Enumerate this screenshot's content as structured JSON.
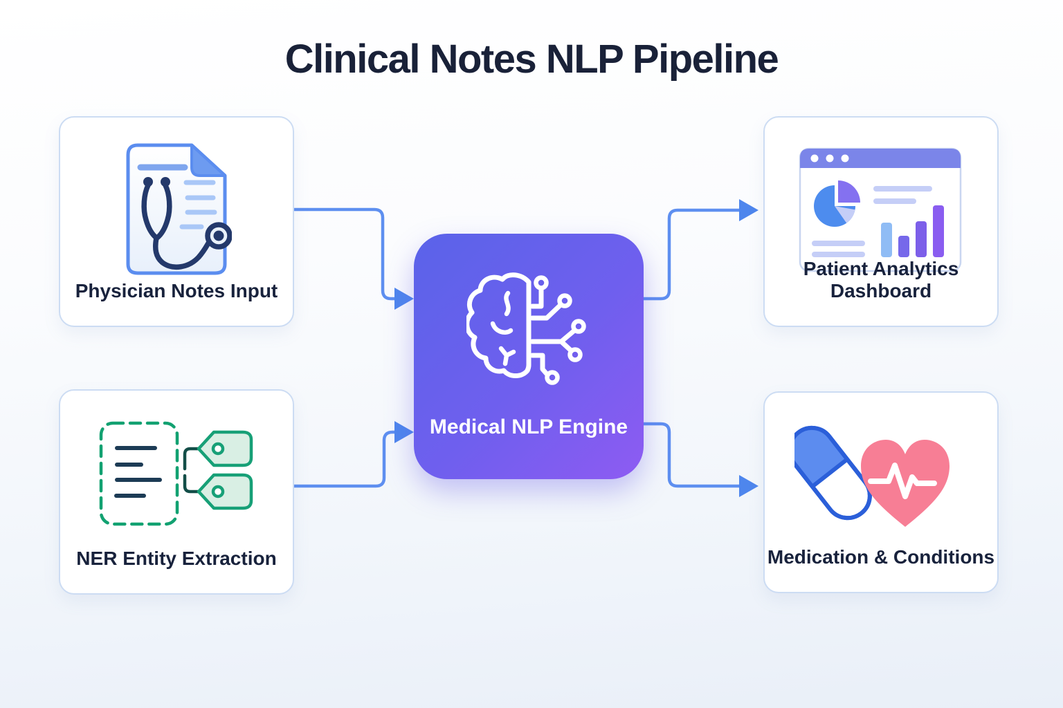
{
  "title": "Clinical Notes NLP Pipeline",
  "nodes": {
    "physician_notes": {
      "label": "Physician Notes Input",
      "icon": "document-stethoscope-icon"
    },
    "ner_extraction": {
      "label": "NER Entity Extraction",
      "icon": "document-tags-icon"
    },
    "nlp_engine": {
      "label": "Medical NLP Engine",
      "icon": "brain-circuit-icon"
    },
    "analytics": {
      "label": "Patient Analytics Dashboard",
      "icon": "dashboard-charts-icon"
    },
    "medication": {
      "label": "Medication & Conditions",
      "icon": "pill-heart-icon"
    }
  },
  "edges": [
    {
      "from": "physician_notes",
      "to": "nlp_engine"
    },
    {
      "from": "ner_extraction",
      "to": "nlp_engine"
    },
    {
      "from": "nlp_engine",
      "to": "analytics"
    },
    {
      "from": "nlp_engine",
      "to": "medication"
    }
  ],
  "colors": {
    "title_text": "#192138",
    "label_text": "#18223c",
    "card_border": "#ccdcf3",
    "arrow_stroke": "#5e8ff0",
    "arrowhead_fill": "#4e86ed",
    "engine_gradient_start": "#5a63e9",
    "engine_gradient_end": "#8e5bf2",
    "doc_blue": "#5b8def",
    "navy_ink": "#24396b",
    "ner_green": "#17a077",
    "ner_dark_teal": "#134e48",
    "dashboard_header": "#7b85e9",
    "pie_blue": "#4d8cee",
    "pie_purple": "#8471f0",
    "pie_light": "#c5cef7",
    "heart_pink": "#f77e95",
    "pill_blue": "#5c8cef",
    "pill_outline": "#2b5fd9",
    "background_bottom": "#e9eff8"
  }
}
